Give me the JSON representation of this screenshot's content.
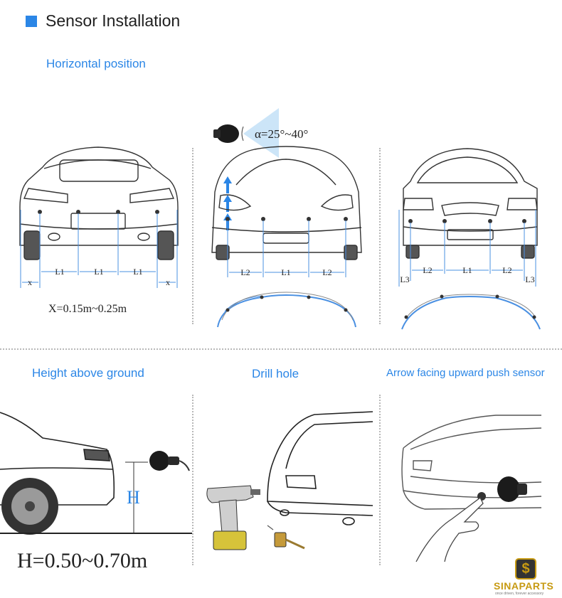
{
  "header": {
    "title": "Sensor Installation"
  },
  "top_section": {
    "label": "Horizontal position",
    "angle_text": "α=25°~40°",
    "x_range_text": "X=0.15m~0.25m",
    "panel1_dims": [
      "x",
      "L1",
      "L1",
      "L1",
      "x"
    ],
    "panel2_dims": [
      "L2",
      "L1",
      "L2"
    ],
    "panel3_dims": [
      "L3",
      "L2",
      "L1",
      "L2",
      "L3"
    ]
  },
  "bottom_section": {
    "height_label": "Height above ground",
    "h_letter": "H",
    "h_range_text": "H=0.50~0.70m",
    "drill_label": "Drill hole",
    "push_label": "Arrow facing upward  push sensor"
  },
  "logo": {
    "name": "SINAPARTS",
    "tagline": "once driven, forever accessory"
  },
  "colors": {
    "accent": "#2b86e6",
    "line_blue": "#4a90e2",
    "logo_gold": "#c79a12"
  }
}
